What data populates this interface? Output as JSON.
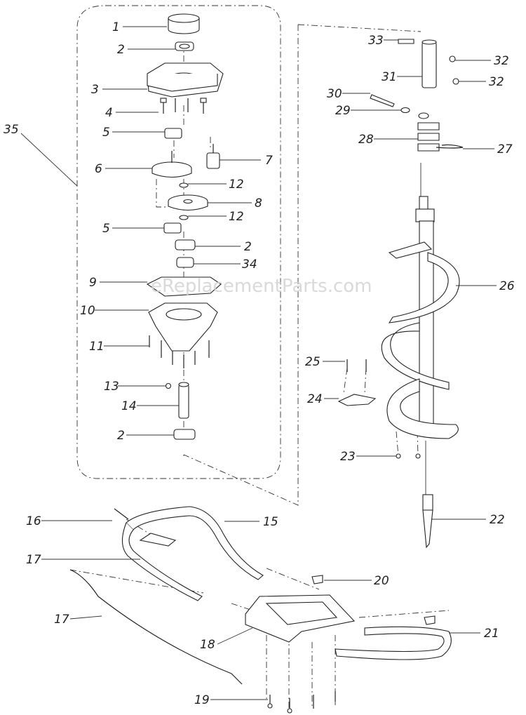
{
  "watermark": "eReplacementParts.com",
  "callouts": {
    "c1": "1",
    "c2a": "2",
    "c3": "3",
    "c4": "4",
    "c5a": "5",
    "c6": "6",
    "c7": "7",
    "c12a": "12",
    "c8": "8",
    "c5b": "5",
    "c12b": "12",
    "c2b": "2",
    "c34": "34",
    "c9": "9",
    "c10": "10",
    "c11": "11",
    "c13": "13",
    "c14": "14",
    "c2c": "2",
    "c35": "35",
    "c33": "33",
    "c32a": "32",
    "c31": "31",
    "c32b": "32",
    "c30": "30",
    "c29": "29",
    "c28": "28",
    "c27": "27",
    "c26": "26",
    "c25": "25",
    "c24": "24",
    "c23": "23",
    "c22": "22",
    "c16": "16",
    "c15": "15",
    "c17a": "17",
    "c17b": "17",
    "c20": "20",
    "c21": "21",
    "c18": "18",
    "c19": "19"
  }
}
